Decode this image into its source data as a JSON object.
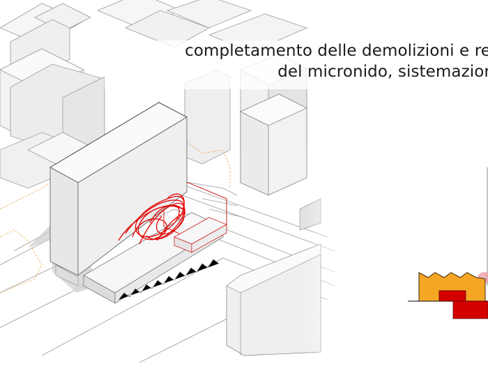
{
  "slide": {
    "caption": {
      "line1": "completamento delle demolizioni e re",
      "line2": "del micronido, sistemazior"
    },
    "drawing": {
      "subject": "axonometric urban view with tall slab building and red scribble marking demolition area",
      "colors": {
        "background": "#ffffff",
        "building_face": "#f2f2f2",
        "building_side": "#e3e3e3",
        "outline": "#555555",
        "scribble": "#e00000",
        "dashed_boundary": "#e8a040"
      }
    },
    "phase_icon": {
      "name": "factory-demolition-icon",
      "colors": {
        "factory": "#f5a623",
        "blocks": "#d40000",
        "outline": "#3a2a10",
        "pink_cloud": "#e8a0a8"
      }
    }
  }
}
